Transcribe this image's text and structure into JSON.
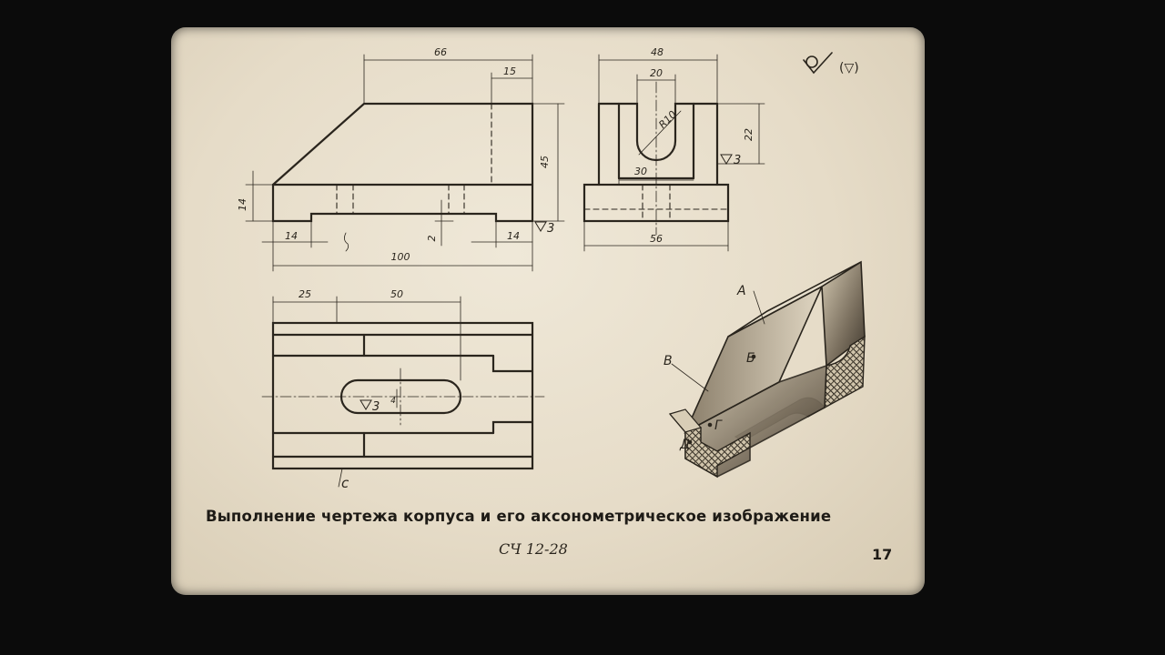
{
  "caption": "Выполнение чертежа корпуса и его аксонометрическое изображение",
  "material": "СЧ 12-28",
  "page_number": "17",
  "front_view": {
    "dims": {
      "top_width": "66",
      "top_right": "15",
      "height": "45",
      "base_height": "14",
      "recess_depth": "2",
      "left_offset": "14",
      "right_offset": "14",
      "total_length": "100",
      "roughness": "3"
    }
  },
  "side_view": {
    "dims": {
      "width_top": "48",
      "slot_width": "20",
      "radius": "R10",
      "slot_depth": "22",
      "slot_bottom": "30",
      "base_width": "56",
      "roughness": "3"
    }
  },
  "top_view": {
    "dims": {
      "left": "25",
      "slot_length": "50",
      "slot_small": "4",
      "roughness": "3"
    },
    "label_c": "с"
  },
  "iso_view": {
    "label_a": "А",
    "label_b": "Б",
    "label_v": "В",
    "label_g": "Г",
    "label_d": "Д"
  },
  "roughness_corner": "(▽)"
}
